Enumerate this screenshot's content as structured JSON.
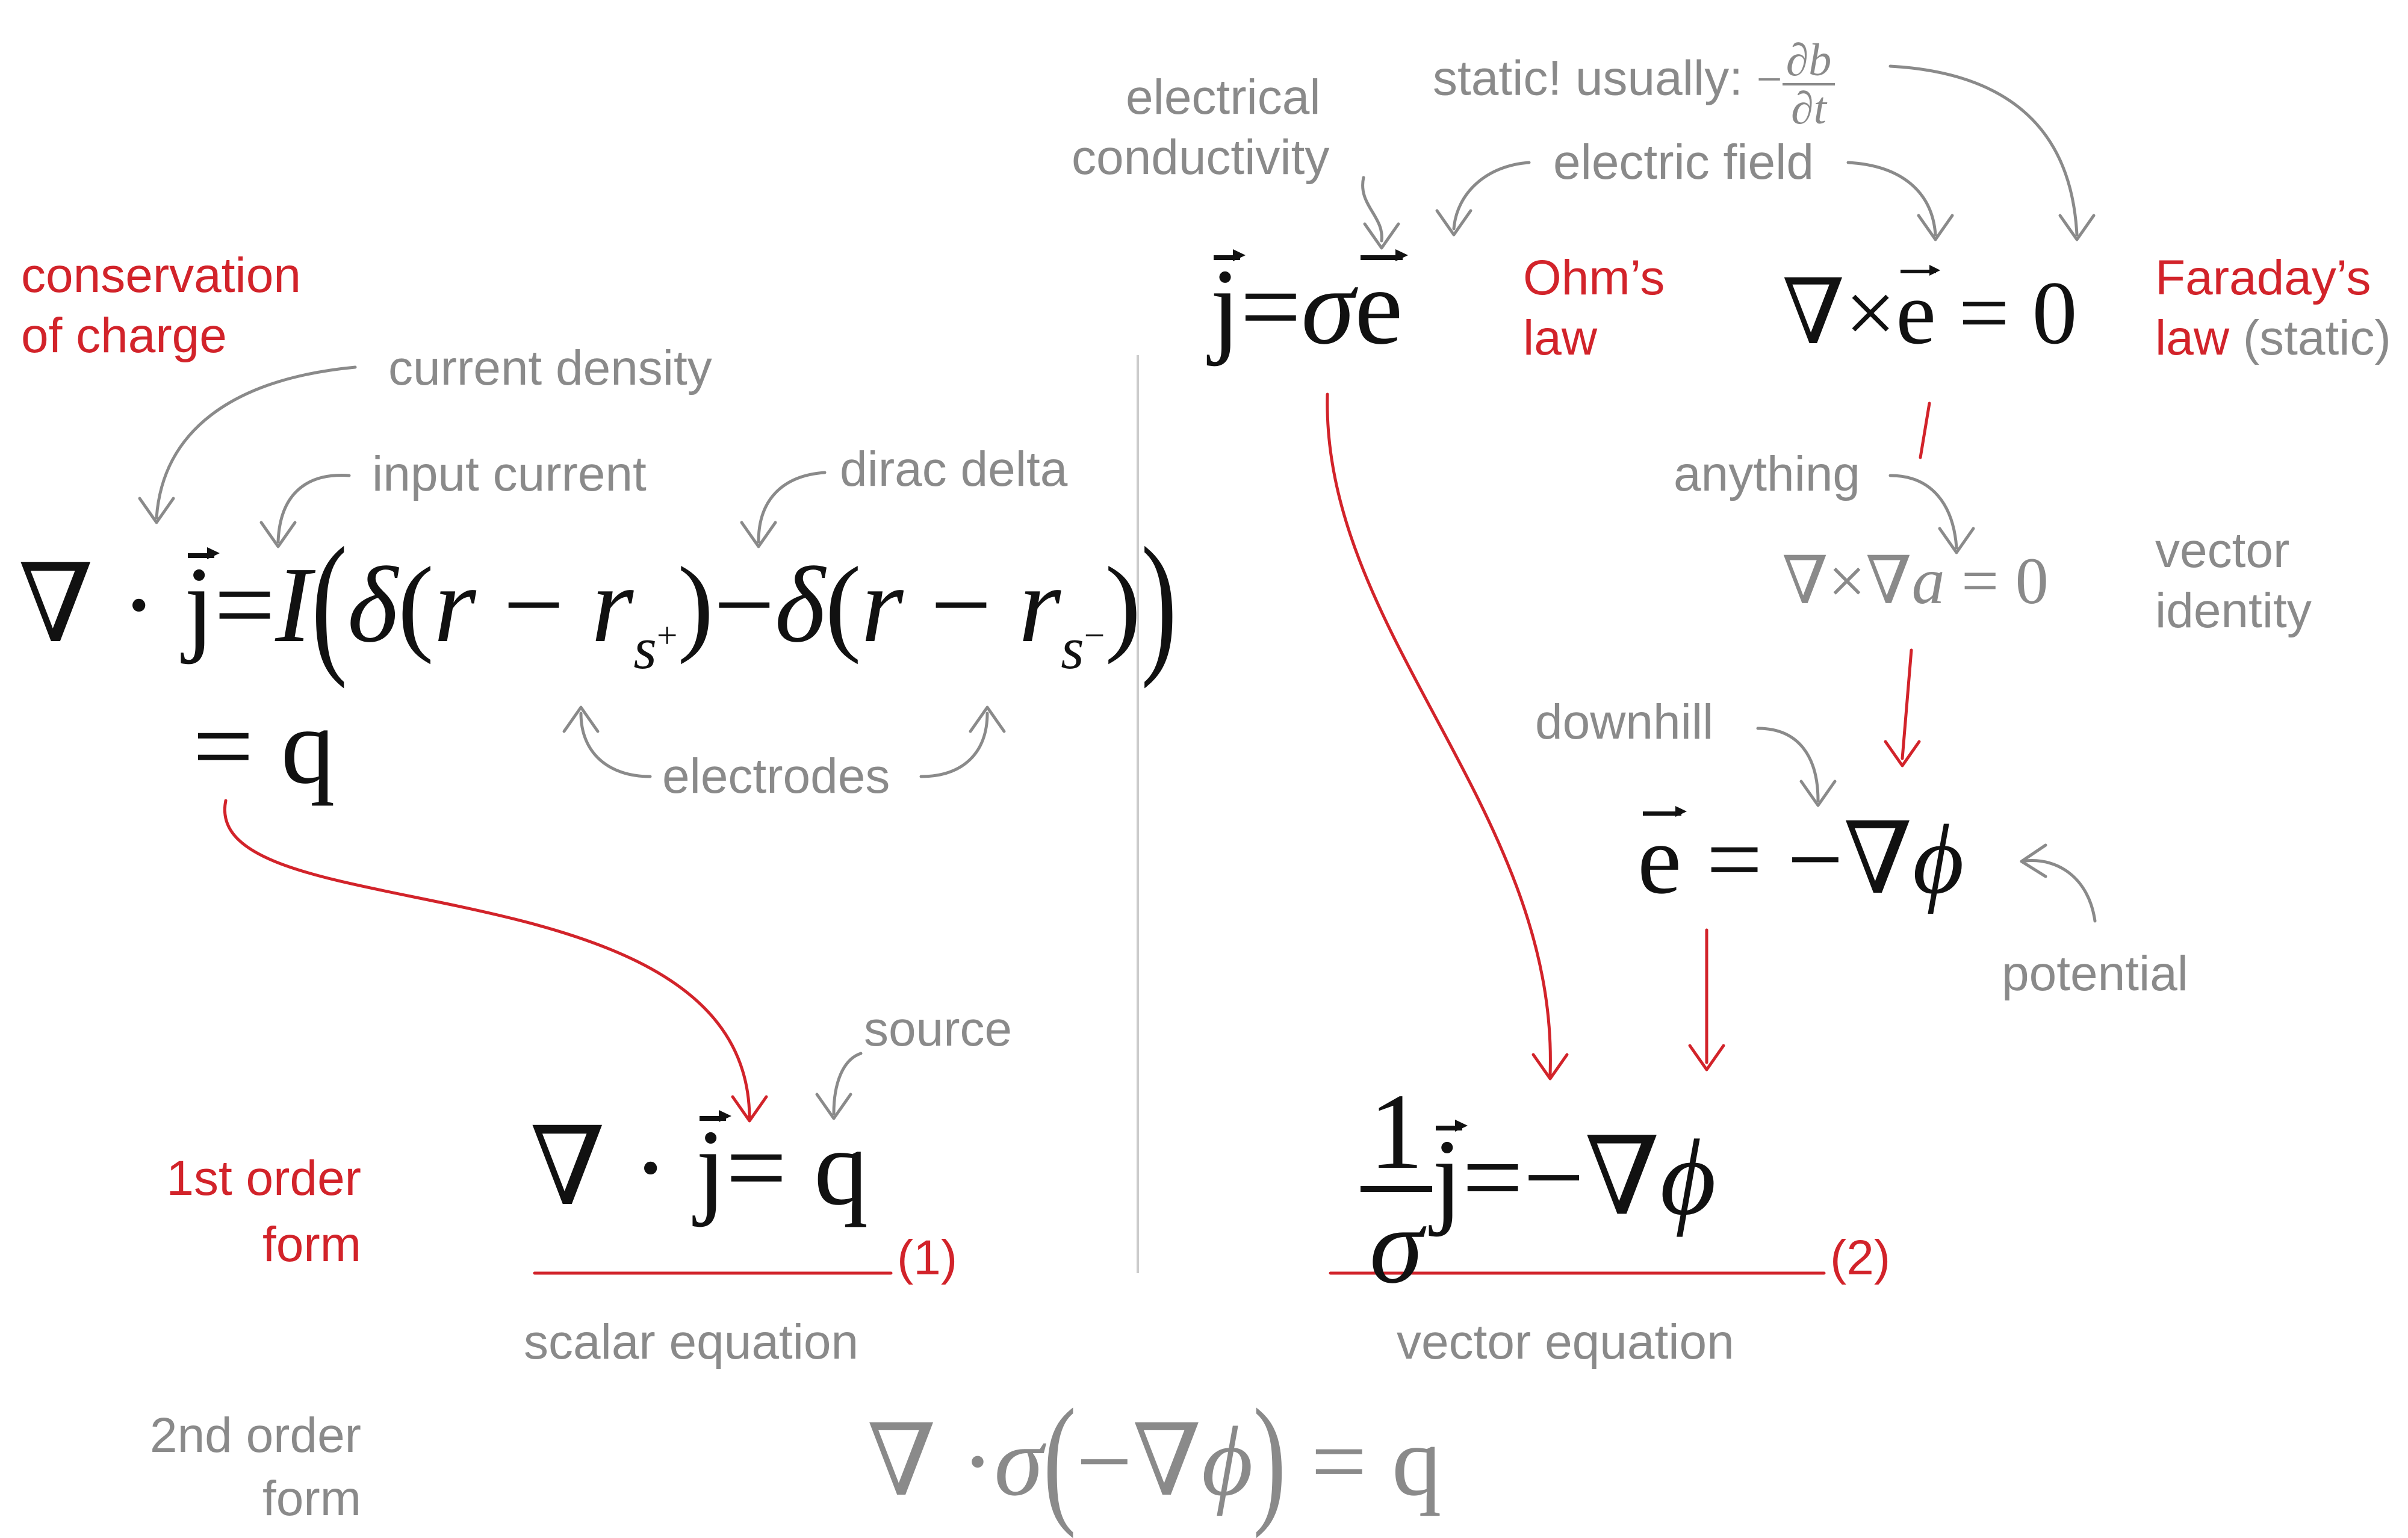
{
  "colors": {
    "label_gray": "#8a8a8a",
    "law_red": "#d2232a",
    "equation_black": "#111111",
    "divider_gray": "#cccccc"
  },
  "labels": {
    "conservation_line1": "conservation",
    "conservation_line2": "of charge",
    "current_density": "current density",
    "input_current": "input current",
    "dirac_delta": "dirac delta",
    "electrodes": "electrodes",
    "electrical_line1": "electrical",
    "electrical_line2": "conductivity",
    "static_usually": "static! usually:",
    "electric_field": "electric field",
    "ohms_line1": "Ohm’s",
    "ohms_line2": "law",
    "faraday_line1": "Faraday’s",
    "faraday_line2": "law",
    "faraday_static": " (static)",
    "anything": "anything",
    "vector_identity_line1": "vector",
    "vector_identity_line2": "identity",
    "downhill": "downhill",
    "potential": "potential",
    "source": "source",
    "first_order_line1": "1st order",
    "first_order_line2": "form",
    "eq_number_1": "(1)",
    "eq_number_2": "(2)",
    "scalar_equation": "scalar equation",
    "vector_equation": "vector equation",
    "second_order_line1": "2nd order",
    "second_order_line2": "form"
  },
  "equations": {
    "conservation": {
      "nabla": "∇",
      "dot": "·",
      "j": "j",
      "equals": "=",
      "current": "I",
      "lparen": "(",
      "delta1": "δ",
      "open1": "(",
      "r1": "r",
      "minus1": "−",
      "rs1": "r",
      "rs1_sub": "s",
      "rs1_sup": "+",
      "close1": ")",
      "minus_mid": "−",
      "delta2": "δ",
      "open2": "(",
      "r2": "r",
      "minus2": "−",
      "rs2": "r",
      "rs2_sub": "s",
      "rs2_sup": "−",
      "close2": ")",
      "rparen": ")"
    },
    "equals_q": {
      "equals": "=",
      "q": "q"
    },
    "ohm": {
      "j": "j",
      "equals": "=",
      "sigma": "σ",
      "e": "e"
    },
    "faraday": {
      "nabla": "∇",
      "cross": "×",
      "e": "e",
      "equals": "=",
      "zero": "0"
    },
    "identity": {
      "nabla1": "∇",
      "cross": "×",
      "nabla2": "∇",
      "a": "a",
      "equals": "=",
      "zero": "0"
    },
    "gradient": {
      "e": "e",
      "equals": "=",
      "minus": "−",
      "nabla": "∇",
      "phi": "ϕ"
    },
    "static_deriv": {
      "minus": "−",
      "num": "∂b",
      "den": "∂t"
    },
    "first_order": {
      "nabla": "∇",
      "dot": "·",
      "j": "j",
      "equals": "=",
      "q": "q"
    },
    "vector": {
      "one": "1",
      "sigma": "σ",
      "j": "j",
      "equals": "=",
      "minus": "−",
      "nabla": "∇",
      "phi": "ϕ"
    },
    "second_order": {
      "nabla": "∇",
      "dot": "·",
      "sigma": "σ",
      "lparen": "(",
      "minus": "−",
      "nabla2": "∇",
      "phi": "ϕ",
      "rparen": ")",
      "equals": "=",
      "q": "q"
    }
  }
}
